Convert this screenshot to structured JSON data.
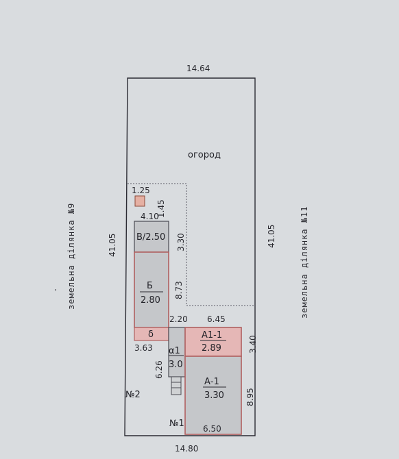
{
  "plot": {
    "top_width": "14.64",
    "bottom_width": "14.80",
    "left_length": "41.05",
    "right_length": "41.05",
    "garden_label": "огород",
    "left_neighbor": "земельна ділянка №9",
    "right_neighbor": "земельна ділянка №11"
  },
  "dims": {
    "small_w": "1.25",
    "small_h": "1.45",
    "v_w": "4.10",
    "v_h": "3.30",
    "b_h": "8.73",
    "ext_w": "2.20",
    "a_w_top": "6.45",
    "d_w": "3.63",
    "a1_h": "3.40",
    "alpha_h": "6.26",
    "a_h": "8.95",
    "a_w_bottom": "6.50"
  },
  "buildings": {
    "v": {
      "name": "В/2.50"
    },
    "b": {
      "name": "Б",
      "value": "2.80"
    },
    "delta": {
      "name": "δ"
    },
    "alpha": {
      "name": "α1",
      "value": "3.0"
    },
    "a11": {
      "name": "А1-1",
      "value": "2.89"
    },
    "a": {
      "name": "А-1",
      "value": "3.30"
    }
  },
  "markers": {
    "no1": "№1",
    "no2": "№2"
  },
  "colors": {
    "paper": "#d9dcdf",
    "line": "#2b2b33",
    "building_fill": "#c5c7ca",
    "pink_fill": "#e5b7b6",
    "pink_stroke": "#b06060",
    "small_fill": "#e5b0a3"
  }
}
